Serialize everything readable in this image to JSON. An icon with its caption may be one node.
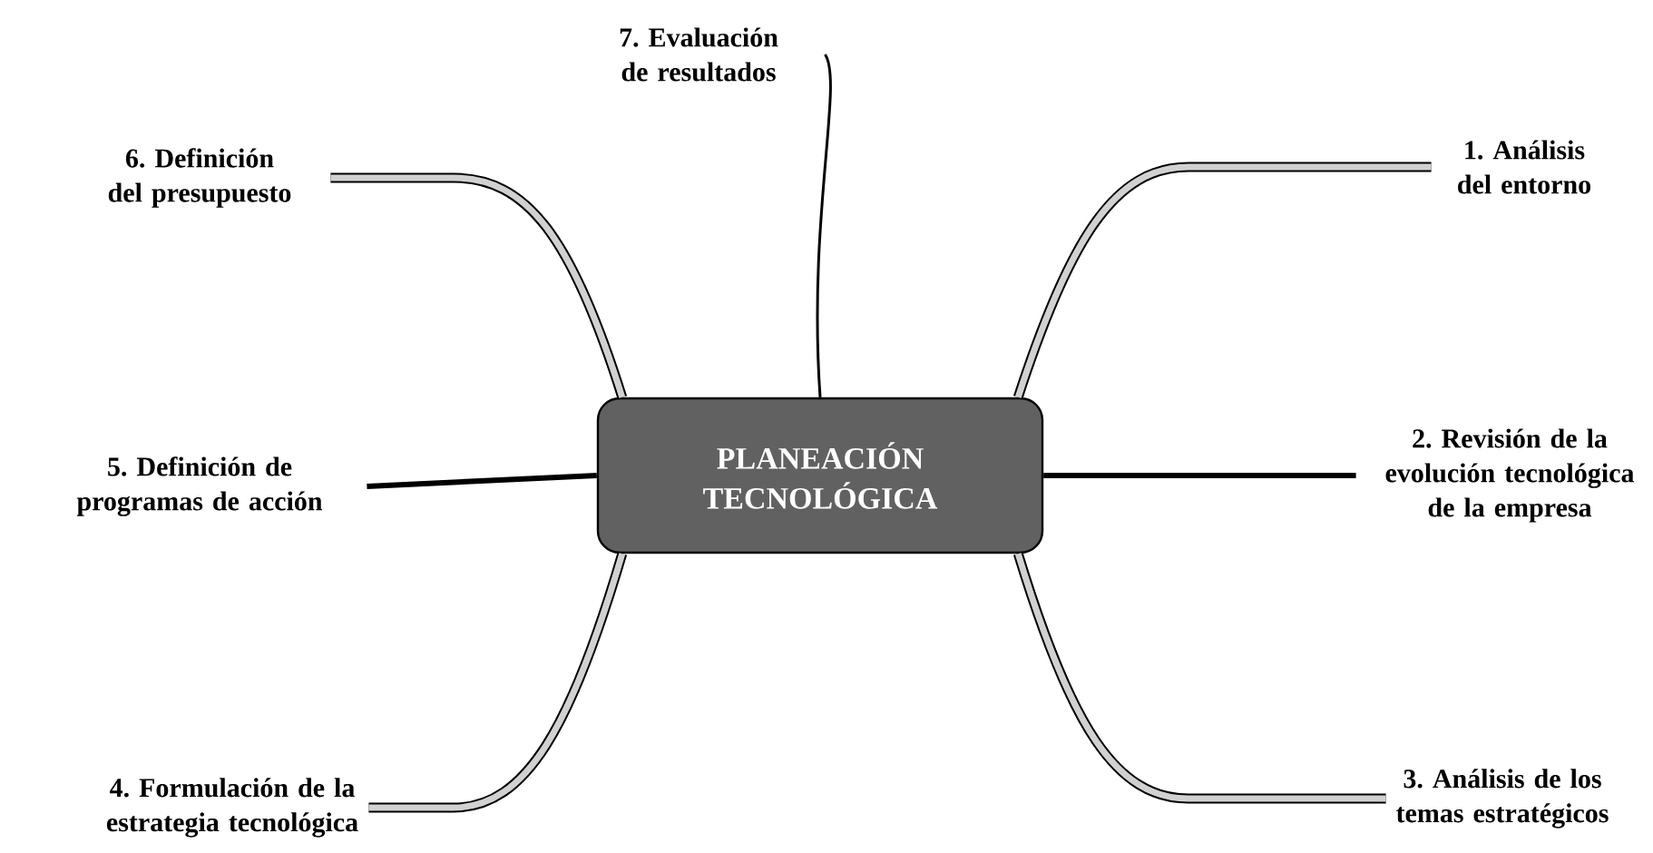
{
  "diagram": {
    "nodes": [
      {
        "text": [
          "PLANEACIÓN TECNOLÓGICA"
        ]
      },
      {
        "text": [
          "1. Análisis del entorno"
        ]
      },
      {
        "text": [
          "2. Revisión de la evolución tecnológica de la empresa"
        ]
      },
      {
        "text": [
          "3. Análisis de los temas estratégicos"
        ]
      },
      {
        "text": [
          "4. Formulación de la estrategia tecnológica"
        ]
      },
      {
        "text": [
          "5. Definición de programas de acción"
        ]
      },
      {
        "text": [
          "6. Definición del presupuesto"
        ]
      },
      {
        "text": [
          "7. Evaluación de resultados"
        ]
      }
    ],
    "edges": [
      {
        "from": 0,
        "to": 1,
        "arrow": "none"
      },
      {
        "from": 0,
        "to": 2,
        "arrow": "none"
      },
      {
        "from": 0,
        "to": 3,
        "arrow": "none"
      },
      {
        "from": 0,
        "to": 4,
        "arrow": "none"
      },
      {
        "from": 0,
        "to": 5,
        "arrow": "none"
      },
      {
        "from": 0,
        "to": 6,
        "arrow": "none"
      },
      {
        "from": 0,
        "to": 7,
        "arrow": "none"
      }
    ]
  }
}
